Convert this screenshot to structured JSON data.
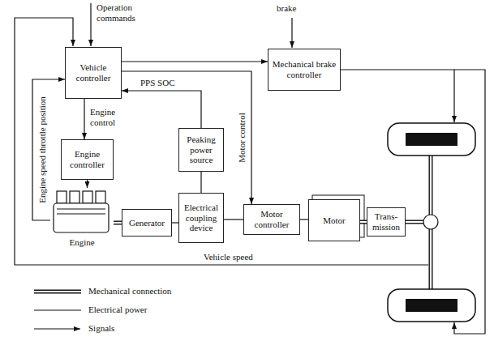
{
  "diagram": {
    "nodes": [
      {
        "text": [
          "Vehicle controller"
        ]
      },
      {
        "text": [
          "Mechanical brake controller"
        ]
      },
      {
        "text": [
          "Engine controller"
        ]
      },
      {
        "text": [
          "Peaking power source"
        ]
      },
      {
        "text": [
          "Engine"
        ]
      },
      {
        "text": [
          "Generator"
        ]
      },
      {
        "text": [
          "Electrical coupling device"
        ]
      },
      {
        "text": [
          "Motor controller"
        ]
      },
      {
        "text": [
          "Motor"
        ]
      },
      {
        "text": [
          "Trans-mission"
        ]
      }
    ],
    "edges": [
      {
        "from": 0,
        "to": 1,
        "arrow": "to"
      },
      {
        "from": 0,
        "to": 2,
        "label": "Engine control",
        "arrow": "to"
      },
      {
        "from": 2,
        "to": 4,
        "arrow": "to"
      },
      {
        "from": 4,
        "to": 0,
        "label": "Engine speed throttle position",
        "arrow": "to"
      },
      {
        "from": 3,
        "to": 0,
        "label": "PPS SOC",
        "arrow": "to"
      },
      {
        "from": 0,
        "to": 7,
        "label": "Motor control",
        "arrow": "to"
      },
      {
        "from": 4,
        "to": 5,
        "arrow": "none"
      },
      {
        "from": 5,
        "to": 6,
        "arrow": "none"
      },
      {
        "from": 3,
        "to": 6,
        "arrow": "none"
      },
      {
        "from": 6,
        "to": 7,
        "arrow": "none"
      },
      {
        "from": 7,
        "to": 8,
        "arrow": "none"
      },
      {
        "from": 8,
        "to": 9,
        "arrow": "none"
      }
    ],
    "labels": [
      "Operation commands",
      "brake",
      "Vehicle speed"
    ],
    "legend": [
      {
        "text": "Mechanical connection"
      },
      {
        "text": "Electrical power"
      },
      {
        "text": "Signals"
      }
    ]
  }
}
